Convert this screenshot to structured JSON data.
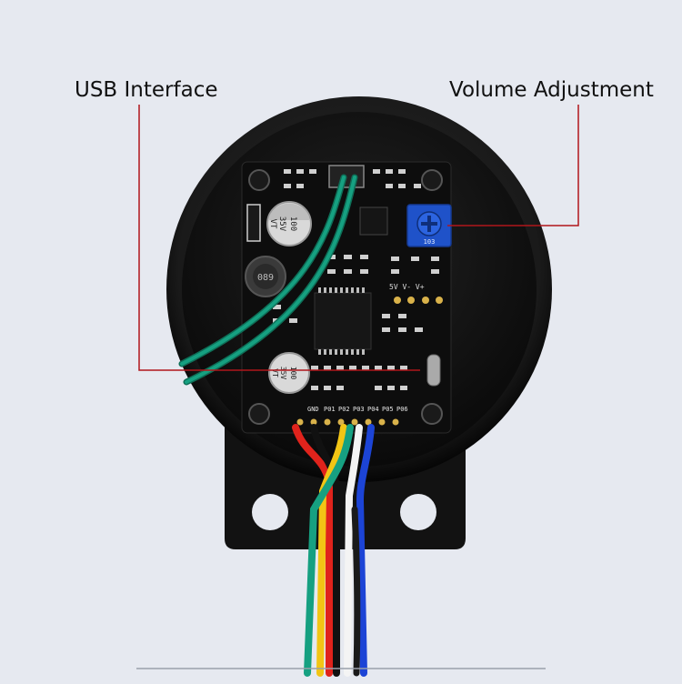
{
  "callouts": {
    "usb_interface": "USB Interface",
    "volume_adjustment": "Volume Adjustment"
  },
  "board_text": {
    "cap_top_value": "100",
    "cap_top_voltage": "35V",
    "cap_top_type": "VT",
    "inductor_code": "089",
    "cap_bottom_value": "100",
    "cap_bottom_voltage": "35V",
    "cap_bottom_type": "VT",
    "power_header": "5V V- V+",
    "pin_gnd": "GND",
    "pin_p01": "P01",
    "pin_p02": "P02",
    "pin_p03": "P03",
    "pin_p04": "P04",
    "pin_p05": "P05",
    "pin_p06": "P06",
    "pot_marking": "103"
  },
  "colors": {
    "background": "#e6e9f0",
    "enclosure": "#141414",
    "pcb": "#0d0d0d",
    "potentiometer": "#1f52c9",
    "callout_line": "#b0161b",
    "wire_green": "#16a081",
    "wire_red": "#e0231c",
    "wire_yellow": "#f2c515",
    "wire_white": "#f4f4f4",
    "wire_black": "#111111",
    "wire_blue": "#1c44d6"
  }
}
